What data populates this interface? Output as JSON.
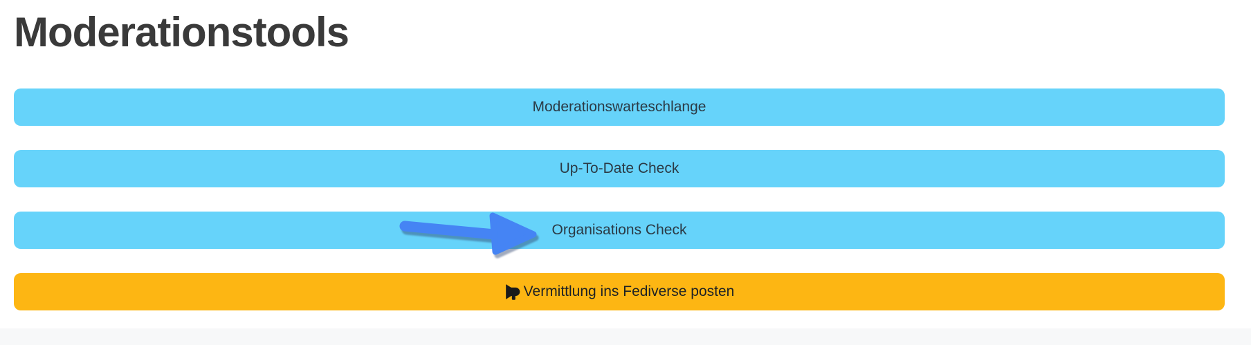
{
  "page": {
    "title": "Moderationstools"
  },
  "buttons": [
    {
      "label": "Moderationswarteschlange"
    },
    {
      "label": "Up-To-Date Check"
    },
    {
      "label": "Organisations Check"
    },
    {
      "label": "Vermittlung ins Fediverse posten",
      "icon": "megaphone-icon"
    }
  ],
  "annotation": {
    "type": "arrow-pointing-right",
    "points_at": "Organisations Check",
    "color": "#4584f4"
  },
  "colors": {
    "heading-text": "#3a3a3a",
    "btn-blue": "#66d3fa",
    "btn-blue-text": "#2b3a45",
    "btn-orange": "#fdb613",
    "btn-orange-text": "#1d2125",
    "megaphone-icon": "#1a1a1a",
    "arrow-blue": "#4584f4",
    "footer-bg": "#f7f8f9",
    "page-bg": "#ffffff"
  }
}
